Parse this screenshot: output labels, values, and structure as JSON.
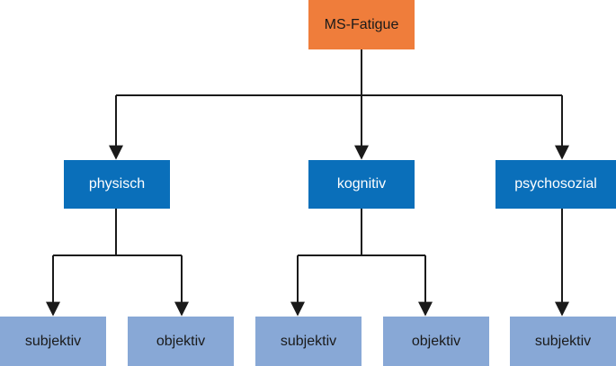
{
  "root": {
    "label": "MS-Fatigue"
  },
  "categories": [
    {
      "label": "physisch",
      "children": [
        "subjektiv",
        "objektiv"
      ]
    },
    {
      "label": "kognitiv",
      "children": [
        "subjektiv",
        "objektiv"
      ]
    },
    {
      "label": "psychosozial",
      "children": [
        "subjektiv"
      ]
    }
  ],
  "colors": {
    "root_fill": "#ef7d3b",
    "category_fill": "#0a6fba",
    "leaf_fill": "#88a8d6",
    "connector": "#1a1a1a"
  }
}
